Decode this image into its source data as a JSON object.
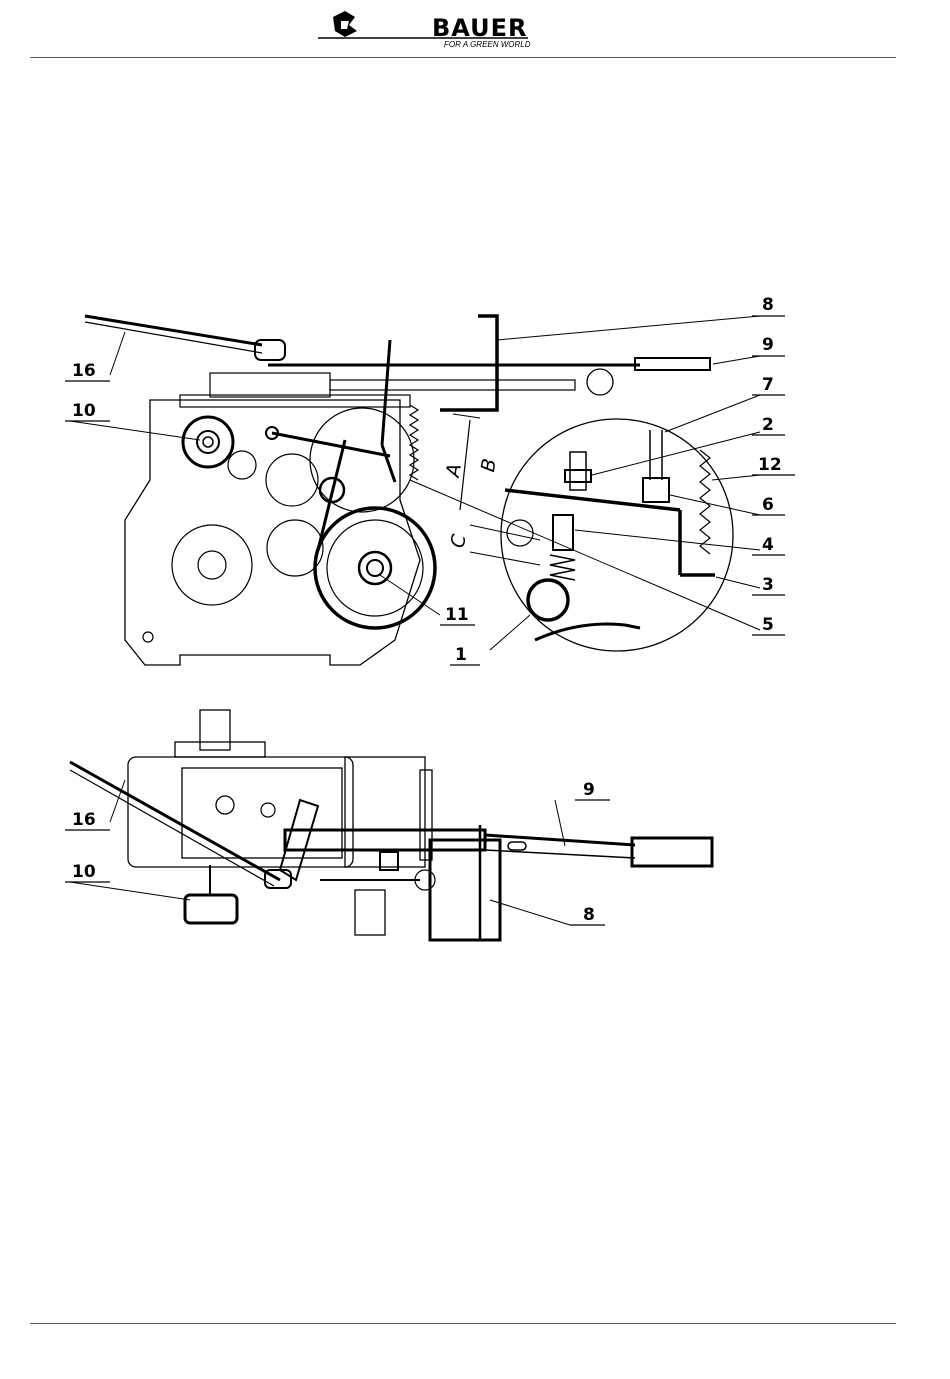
{
  "header": {
    "brand": "BAUER",
    "tagline": "FOR A GREEN WORLD",
    "logo_icon": "bauer-logo-icon"
  },
  "top_view": {
    "labels": {
      "l8": "8",
      "l9": "9",
      "l7": "7",
      "l2": "2",
      "l12": "12",
      "l6": "6",
      "l4": "4",
      "l3": "3",
      "l5": "5",
      "l1": "1",
      "l11": "11",
      "l10": "10",
      "l16": "16"
    },
    "dims": {
      "A": "A",
      "B": "B",
      "C": "C"
    }
  },
  "bottom_view": {
    "labels": {
      "l9": "9",
      "l8": "8",
      "l16": "16",
      "l10": "10"
    }
  }
}
